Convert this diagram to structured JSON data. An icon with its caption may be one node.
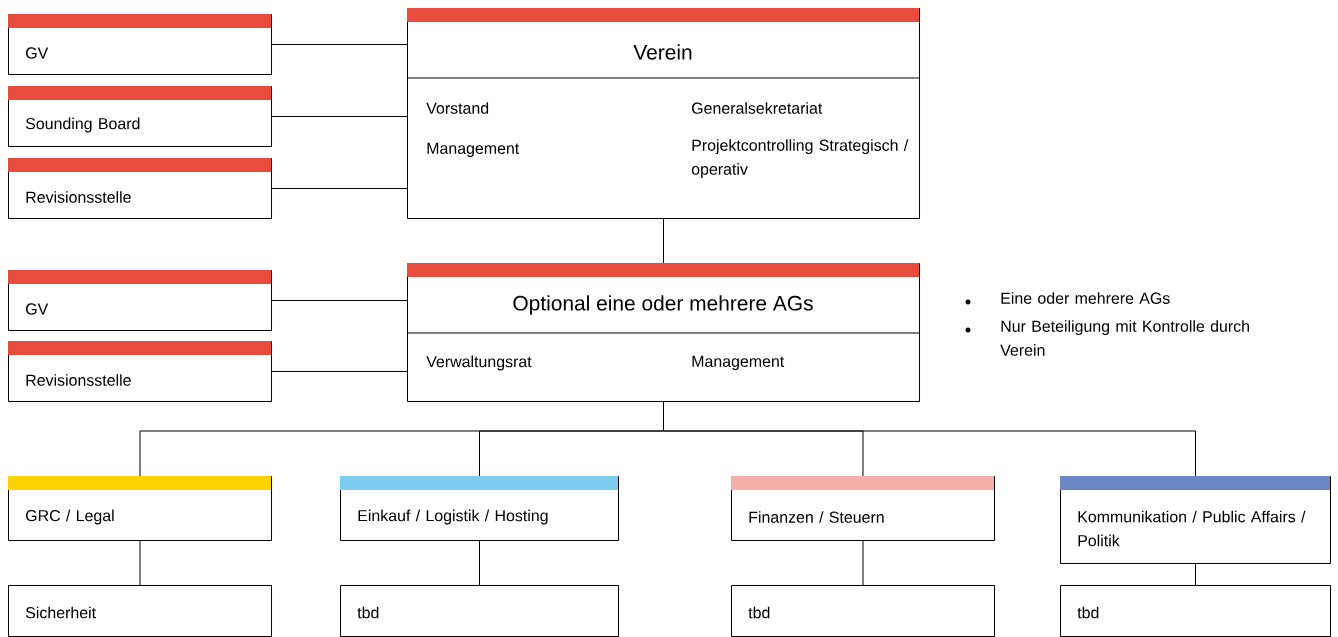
{
  "diagram": {
    "nodes": [
      {
        "text": [
          "GV"
        ]
      },
      {
        "text": [
          "Sounding Board"
        ]
      },
      {
        "text": [
          "Revisionsstelle"
        ]
      },
      {
        "text": [
          "Verein",
          "Vorstand",
          "Generalsekretariat",
          "Management",
          "Projektcontrolling Strategisch / operativ"
        ]
      },
      {
        "text": [
          "GV"
        ]
      },
      {
        "text": [
          "Revisionsstelle"
        ]
      },
      {
        "text": [
          "Optional eine oder mehrere AGs",
          "Verwaltungsrat",
          "Management"
        ]
      },
      {
        "text": [
          "GRC / Legal"
        ]
      },
      {
        "text": [
          "Einkauf / Logistik / Hosting"
        ]
      },
      {
        "text": [
          "Finanzen / Steuern"
        ]
      },
      {
        "text": [
          "Kommunikation / Public Affairs / Politik"
        ]
      },
      {
        "text": [
          "Sicherheit"
        ]
      },
      {
        "text": [
          "tbd"
        ]
      },
      {
        "text": [
          "tbd"
        ]
      },
      {
        "text": [
          "tbd"
        ]
      }
    ],
    "edges": [
      {
        "from": 0,
        "to": 3,
        "arrow": "none"
      },
      {
        "from": 1,
        "to": 3,
        "arrow": "none"
      },
      {
        "from": 2,
        "to": 3,
        "arrow": "none"
      },
      {
        "from": 3,
        "to": 6,
        "arrow": "none"
      },
      {
        "from": 4,
        "to": 6,
        "arrow": "none"
      },
      {
        "from": 5,
        "to": 6,
        "arrow": "none"
      },
      {
        "from": 6,
        "to": 7,
        "arrow": "none"
      },
      {
        "from": 6,
        "to": 8,
        "arrow": "none"
      },
      {
        "from": 6,
        "to": 9,
        "arrow": "none"
      },
      {
        "from": 6,
        "to": 10,
        "arrow": "none"
      },
      {
        "from": 7,
        "to": 11,
        "arrow": "none"
      },
      {
        "from": 8,
        "to": 12,
        "arrow": "none"
      },
      {
        "from": 9,
        "to": 13,
        "arrow": "none"
      },
      {
        "from": 10,
        "to": 14,
        "arrow": "none"
      }
    ],
    "labels": [
      "Eine oder mehrere AGs",
      "Nur Beteiligung mit Kontrolle durch Verein"
    ]
  }
}
